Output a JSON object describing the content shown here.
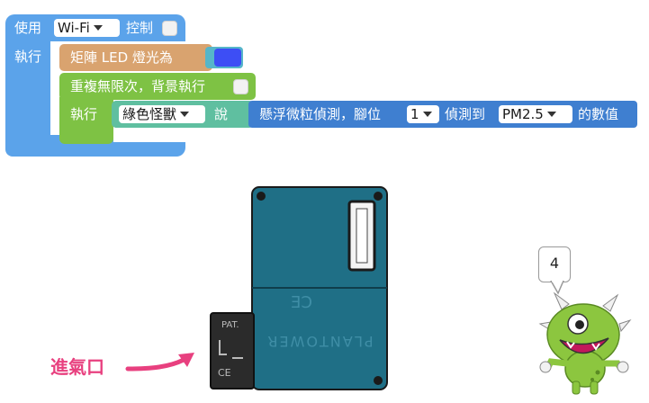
{
  "blocks": {
    "wifi_block": {
      "prefix": "使用",
      "dropdown": "Wi-Fi",
      "suffix": "控制",
      "exec_label": "執行"
    },
    "matrix_block": {
      "label": "矩陣 LED 燈光為",
      "color": "#3d4ef5"
    },
    "repeat_block": {
      "label": "重複無限次，背景執行"
    },
    "inner_exec_label": "執行",
    "say_block": {
      "dropdown": "綠色怪獸",
      "label": "說"
    },
    "sensor_block": {
      "prefix": "懸浮微粒偵測，腳位",
      "pin": "1",
      "middle": "偵測到",
      "measure": "PM2.5",
      "suffix": "的數值"
    }
  },
  "sensor_device": {
    "brand": "PLANTOWER",
    "mark": "CE",
    "side_pat": "PAT.",
    "side_ce": "CE"
  },
  "annotation": {
    "inlet_label": "進氣口"
  },
  "monster": {
    "speech_value": "4"
  },
  "colors": {
    "wifi_blue": "#5ba3ea",
    "matrix_tan": "#d9a36f",
    "repeat_green": "#7ec244",
    "say_teal": "#5fbfa0",
    "sensor_blue": "#3f7fd0",
    "device_teal": "#1f6f86",
    "inlet_pink": "#e8407f",
    "monster_green": "#8cc63f"
  }
}
